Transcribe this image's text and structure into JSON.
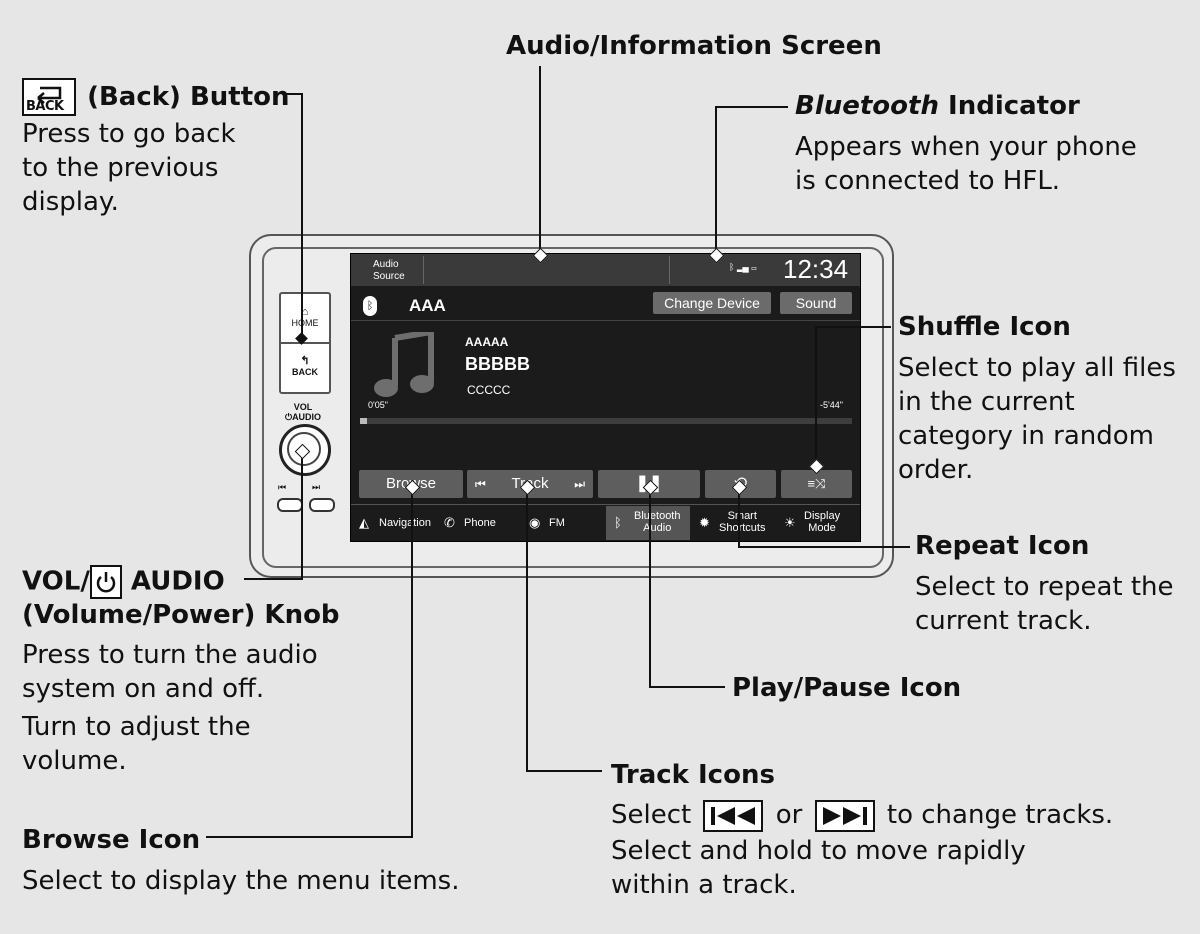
{
  "screen_label": {
    "title": "Audio/Information Screen"
  },
  "back_button": {
    "key_label": "BACK",
    "title": "(Back) Button",
    "desc": [
      "Press to go back",
      "to the previous",
      "display."
    ]
  },
  "bluetooth": {
    "title_italic": "Bluetooth",
    "title_rest": " Indicator",
    "desc": [
      "Appears when your phone",
      "is connected to HFL."
    ]
  },
  "shuffle": {
    "title": "Shuffle Icon",
    "desc": [
      "Select to play all files",
      "in the current",
      "category in random",
      "order."
    ]
  },
  "repeat": {
    "title": "Repeat Icon",
    "desc": [
      "Select to repeat the",
      "current track."
    ]
  },
  "play_pause": {
    "title": "Play/Pause Icon"
  },
  "track": {
    "title": "Track Icons",
    "desc_select": "Select",
    "desc_or": "or",
    "desc_end": "to change tracks.",
    "desc_more": [
      "Select and hold to move rapidly",
      "within a track."
    ]
  },
  "browse": {
    "title": "Browse Icon",
    "desc": "Select to display the menu items."
  },
  "vol_knob": {
    "title_a": "VOL/",
    "title_b": " AUDIO",
    "title_2": "(Volume/Power) Knob",
    "desc": [
      "Press to turn the audio",
      "system on and off.",
      "Turn to adjust the",
      "volume."
    ]
  },
  "device": {
    "home_label": "HOME",
    "back_label": "BACK",
    "vol_label": "VOL",
    "audio_label": "AUDIO"
  },
  "ui": {
    "audio_source": [
      "Audio",
      "Source"
    ],
    "clock": "12:34",
    "source_name": "AAA",
    "change_device": "Change Device",
    "sound": "Sound",
    "track_line1": "AAAAA",
    "track_line2": "BBBBB",
    "track_line3": "CCCCC",
    "elapsed": "0'05\"",
    "remaining": "-5'44\"",
    "progress": 0.015,
    "controls": {
      "browse": "Browse",
      "track": "Track"
    },
    "nav": [
      {
        "label": "Navigation",
        "icon": "navigation-icon"
      },
      {
        "label": "Phone",
        "icon": "phone-icon"
      },
      {
        "label": "FM",
        "icon": "radio-icon"
      },
      {
        "label": "Bluetooth\nAudio",
        "icon": "bluetooth-icon"
      },
      {
        "label": "Smart\nShortcuts",
        "icon": "gear-icon"
      },
      {
        "label": "Display\nMode",
        "icon": "brightness-icon"
      }
    ]
  }
}
